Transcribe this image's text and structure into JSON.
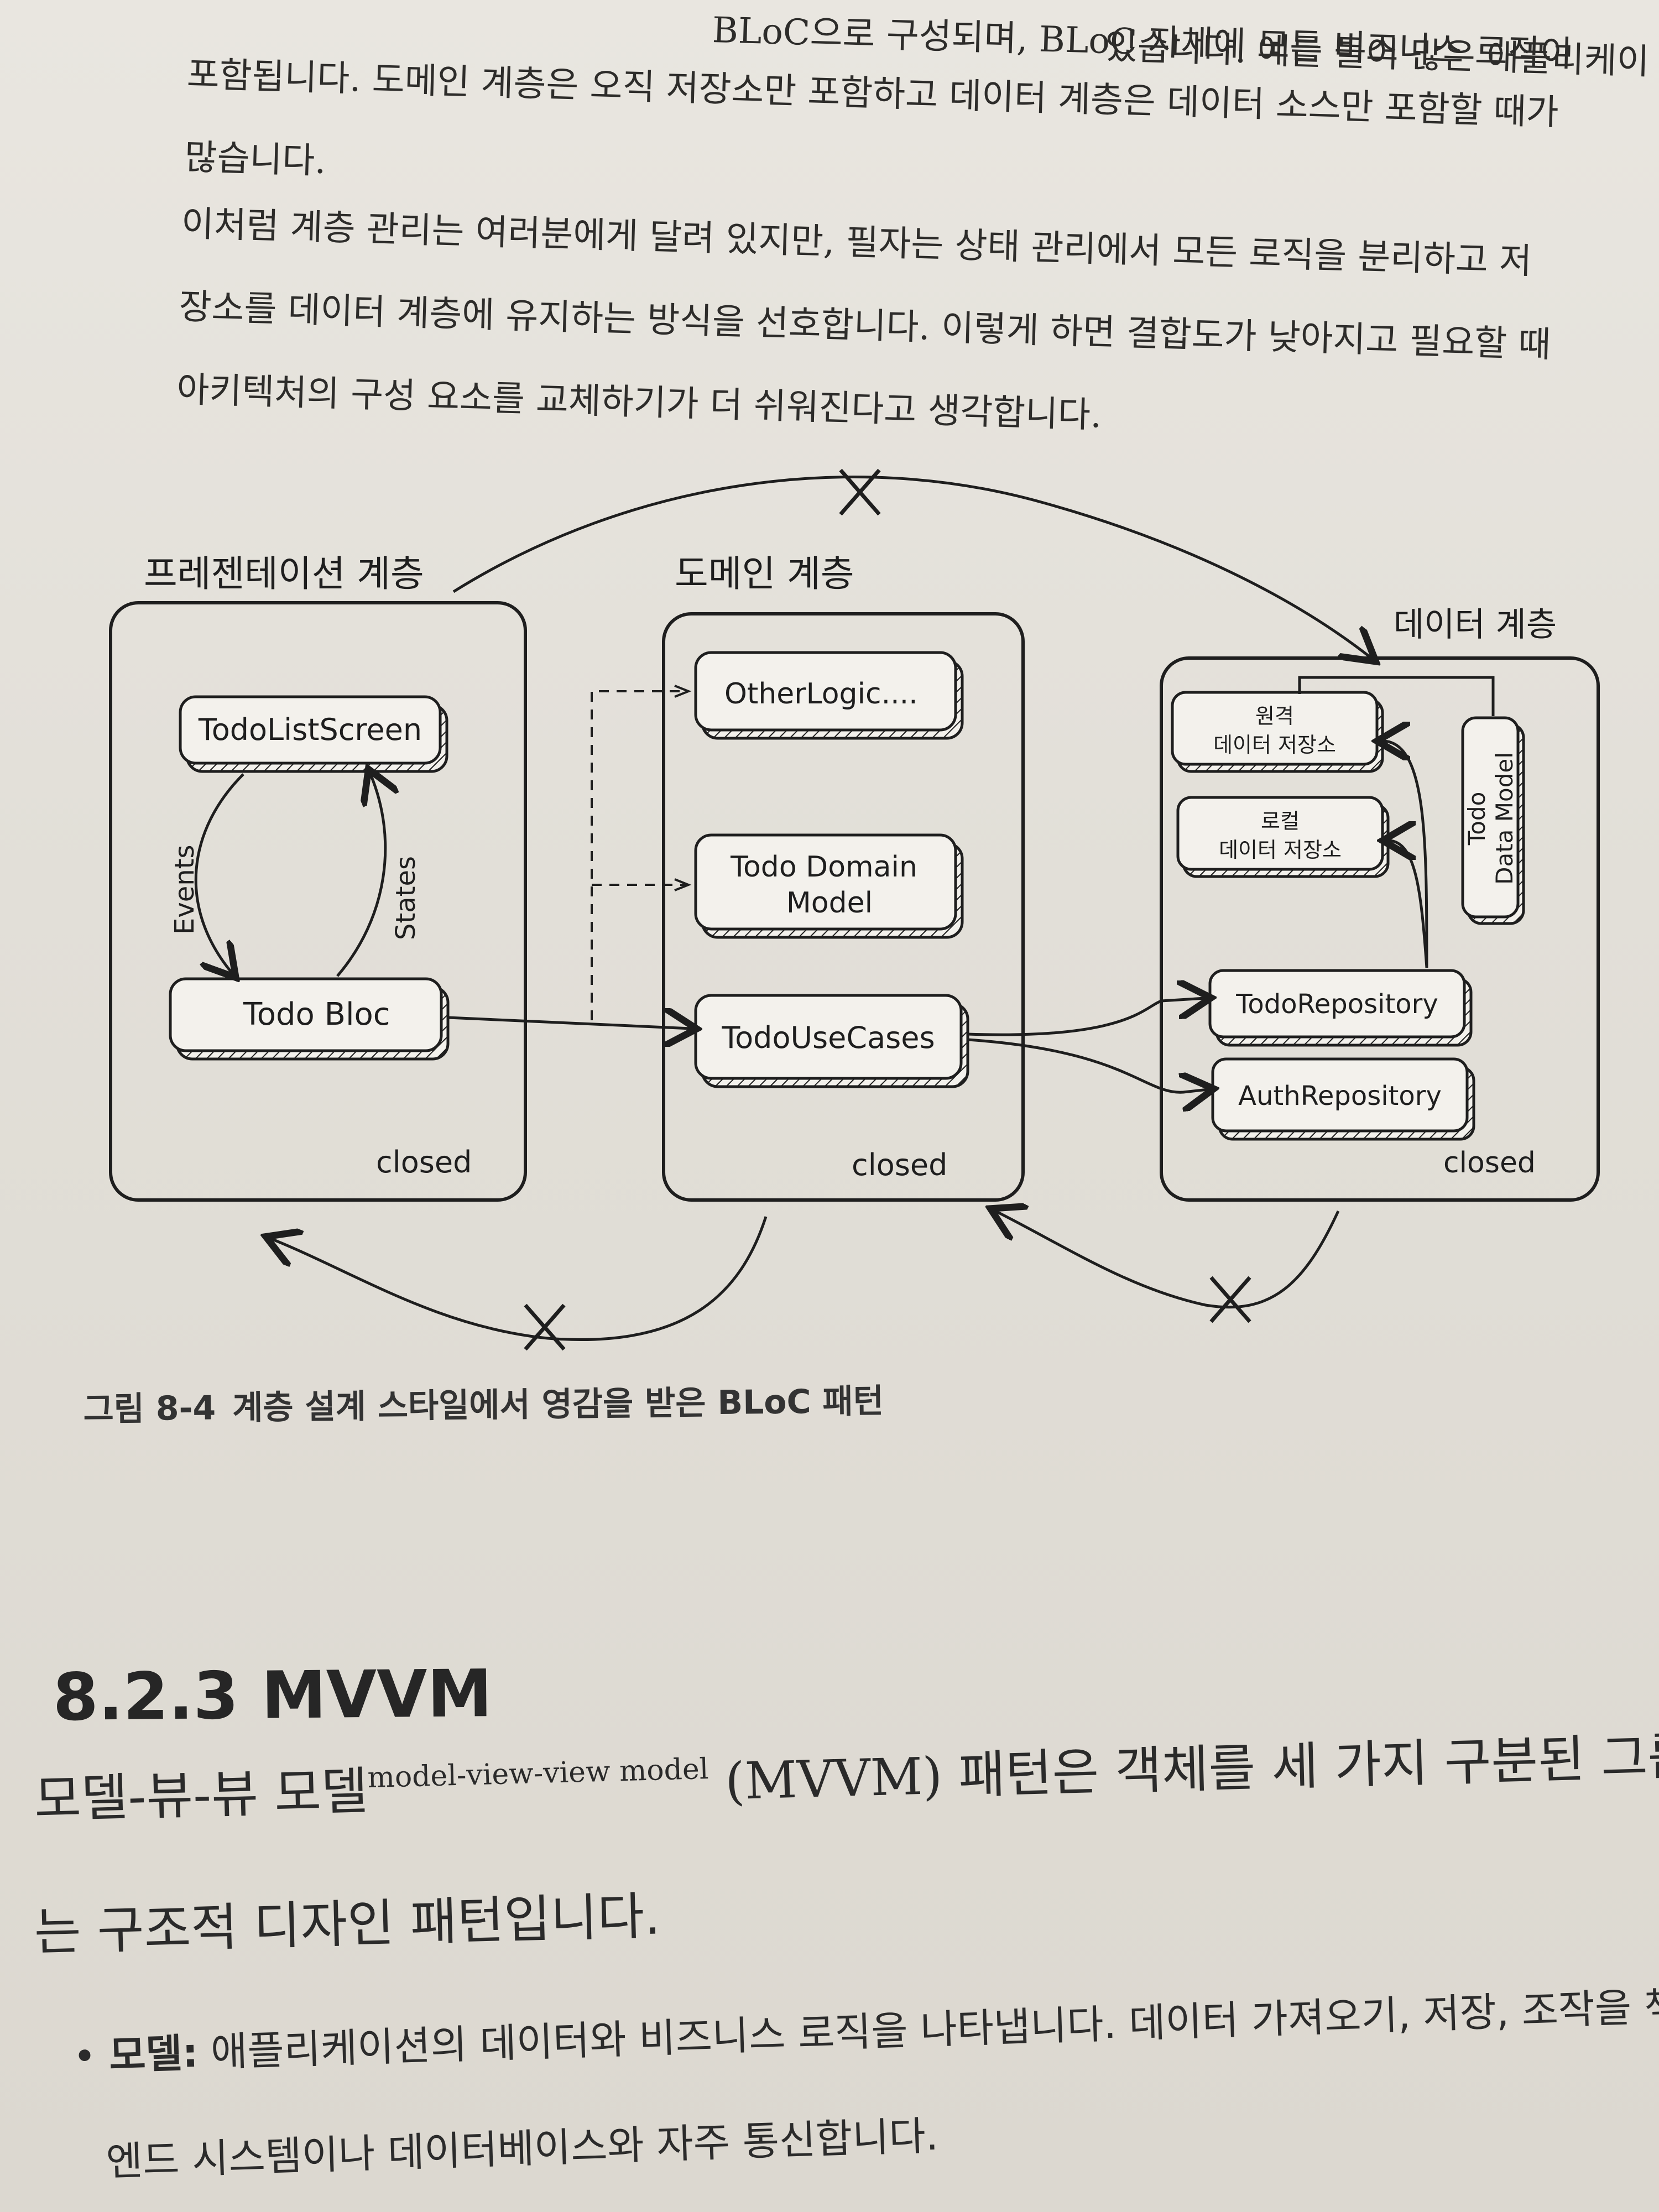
{
  "intro_lines": [
    "있습니다. 예를 들어 많은 애플리케이",
    "포함됩니다. 도메인 계층은 오직 저장소만 포함하고 데이터 계층은 데이터 소스만 포함할 때가",
    "많습니다."
  ],
  "intro_top_fragment": "BLoC으로 구성되며, BLoC 자체에 모든 비즈니스 로직이",
  "paragraph_lines": [
    "이처럼 계층 관리는 여러분에게 달려 있지만, 필자는 상태 관리에서 모든 로직을 분리하고 저",
    "장소를 데이터 계층에 유지하는 방식을 선호합니다. 이렇게 하면 결합도가 낮아지고 필요할 때",
    "아키텍처의 구성 요소를 교체하기가 더 쉬워진다고 생각합니다."
  ],
  "diagram": {
    "presentation_layer": "프레젠테이션 계층",
    "domain_layer": "도메인 계층",
    "data_layer": "데이터 계층",
    "todo_list_screen": "TodoListScreen",
    "todo_bloc": "Todo Bloc",
    "events": "Events",
    "states": "States",
    "other_logic": "OtherLogic....",
    "todo_domain_model_1": "Todo Domain",
    "todo_domain_model_2": "Model",
    "todo_use_cases": "TodoUseCases",
    "remote_store_1": "원격",
    "remote_store_2": "데이터 저장소",
    "local_store_1": "로컬",
    "local_store_2": "데이터 저장소",
    "todo_data_model_1": "Todo",
    "todo_data_model_2": "Data Model",
    "todo_repository": "TodoRepository",
    "auth_repository": "AuthRepository",
    "closed": "closed"
  },
  "caption": {
    "number": "그림 8-4",
    "text": "계층 설계 스타일에서 영감을 받은 BLoC 패턴"
  },
  "section": {
    "heading": "8.2.3 MVVM",
    "line1_before": "모델-뷰-뷰 모델",
    "line1_english": "model-view-view model",
    "line1_acronym": "(MVVM)",
    "line1_after": " 패턴은 객체를 세 가지 구분된 그룹으로 분리",
    "line2": "는 구조적 디자인 패턴입니다."
  },
  "bullets": [
    {
      "marker": "•",
      "term": "모델:",
      "line1": " 애플리케이션의 데이터와 비즈니스 로직을 나타냅니다. 데이터 가져오기, 저장, 조작을 책임지",
      "line2": "엔드 시스템이나 데이터베이스와 자주 통신합니다."
    }
  ]
}
